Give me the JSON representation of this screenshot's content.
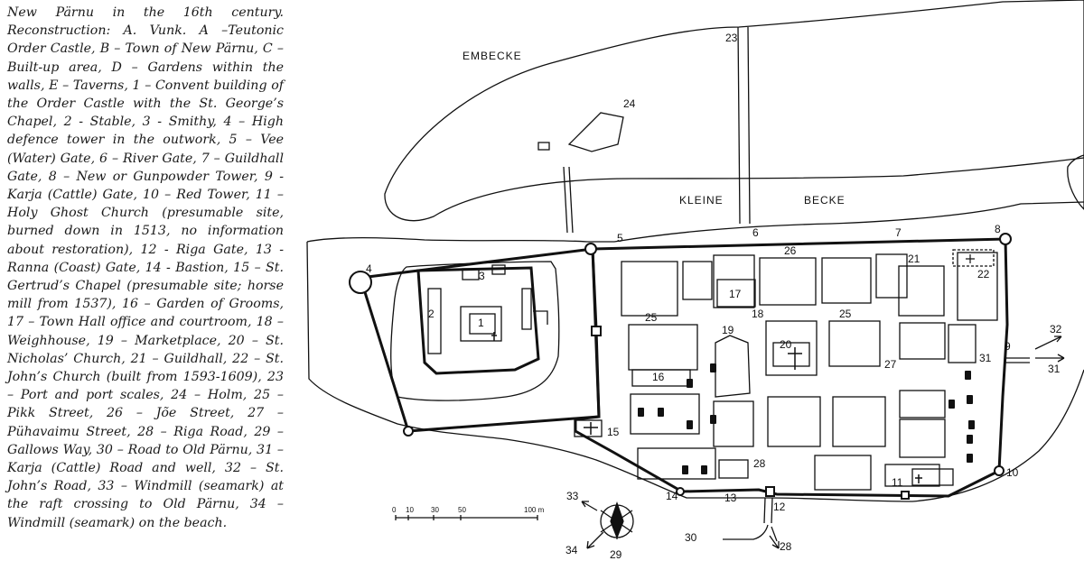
{
  "caption": {
    "text": "New Pärnu in the 16th century. Reconstruction: A. Vunk. A –Teutonic Order Castle, B – Town of New Pärnu, C – Built-up area, D – Gardens within the walls, E – Taverns, 1 – Convent building of the Order Castle with the St. George’s Chapel, 2 - Stable, 3 - Smithy, 4 – High defence tower in the outwork, 5 – Vee (Water) Gate, 6 – River Gate, 7 – Guildhall Gate, 8 – New or Gunpowder Tower, 9 - Karja (Cattle) Gate, 10 – Red Tower, 11 – Holy Ghost Church (presumable site, burned down in 1513, no information about restoration), 12 - Riga Gate, 13 - Ranna (Coast) Gate, 14 - Bastion, 15 – St. Gertrud’s Chapel (presumable site; horse mill from 1537), 16 – Garden of Grooms, 17 – Town Hall office and courtroom, 18 – Weighhouse, 19 – Marketplace, 20 – St. Nicholas’ Church, 21 – Guildhall, 22 – St. John’s Church (built from 1593-1609), 23 – Port and port scales, 24 – Holm, 25 – Pikk Street, 26 – Jõe Street, 27 – Pühavaimu Street, 28 – Riga Road, 29 – Gallows Way, 30 – Road to Old Pärnu, 31 – Karja (Cattle) Road and well, 32 – St. John’s Road, 33 – Windmill (seamark) at the raft crossing to Old Pärnu, 34 – Windmill (seamark) on the beach."
  },
  "map": {
    "places": {
      "embecke": "EMBECKE",
      "kleine": "KLEINE",
      "becke": "BECKE"
    },
    "scale_bar": {
      "ticks": [
        "0",
        "10",
        "30",
        "50"
      ],
      "end_label": "100 m"
    },
    "labels": {
      "n1": "1",
      "n2": "2",
      "n3": "3",
      "n4": "4",
      "n5": "5",
      "n6": "6",
      "n7": "7",
      "n8": "8",
      "n9": "9",
      "n10": "10",
      "n11": "11",
      "n12": "12",
      "n13": "13",
      "n14": "14",
      "n15": "15",
      "n16": "16",
      "n17": "17",
      "n18": "18",
      "n19": "19",
      "n20": "20",
      "n21": "21",
      "n22": "22",
      "n23": "23",
      "n24": "24",
      "n25a": "25",
      "n25b": "25",
      "n26": "26",
      "n27": "27",
      "n28a": "28",
      "n28b": "28",
      "n29": "29",
      "n30": "30",
      "n31a": "31",
      "n31b": "31",
      "n32": "32",
      "n33": "33",
      "n34": "34"
    }
  }
}
